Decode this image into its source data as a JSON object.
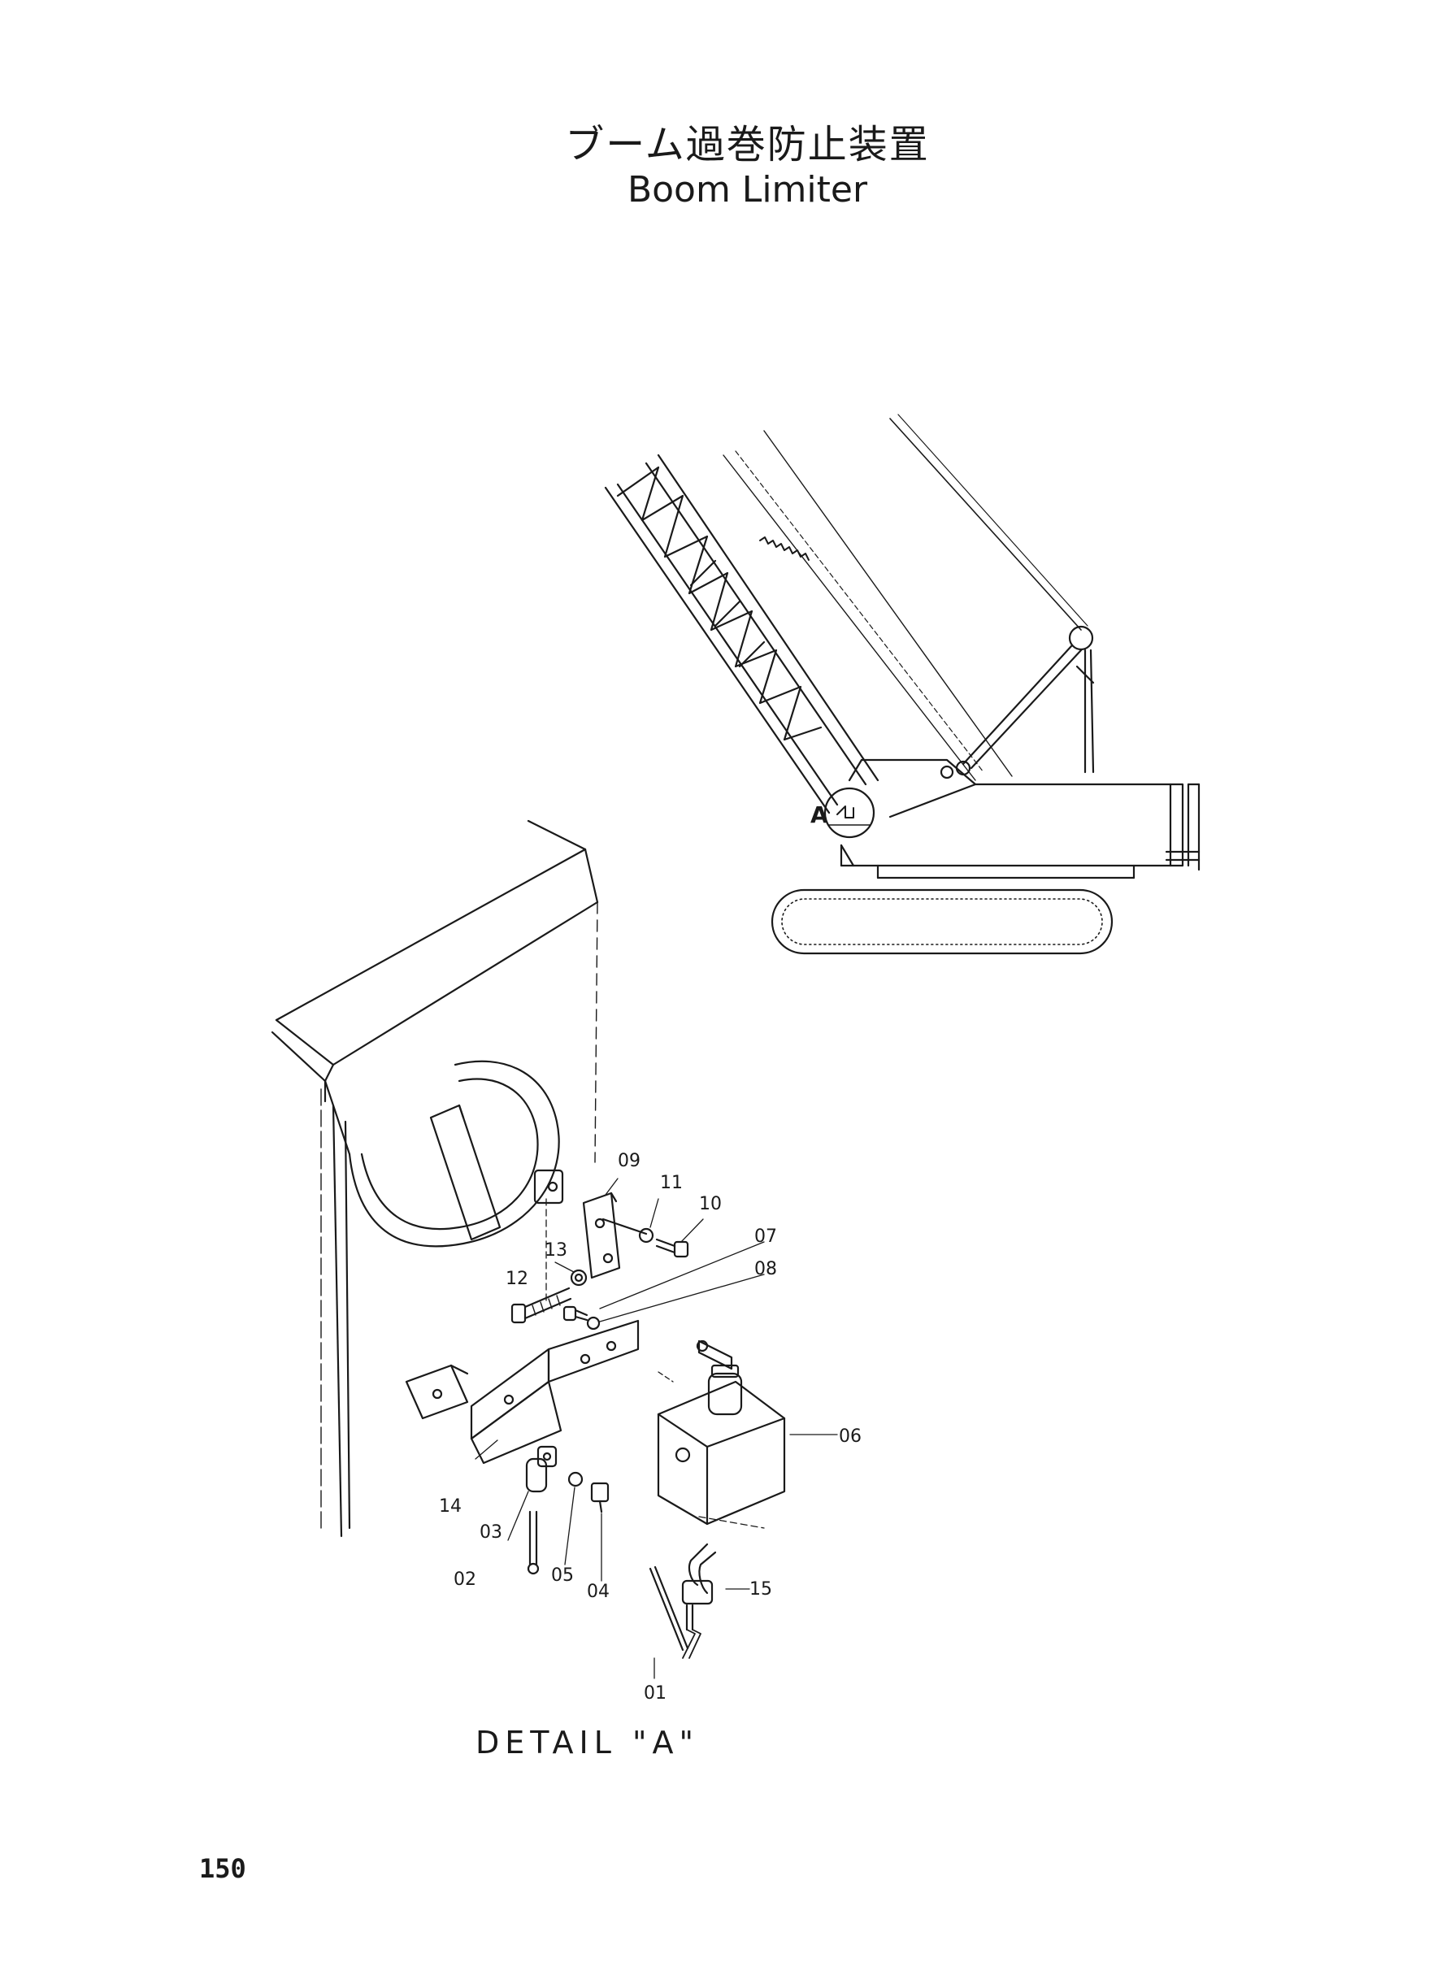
{
  "header": {
    "title_jp": "ブーム過巻防止装置",
    "title_en": "Boom Limiter"
  },
  "crane_view": {
    "detail_marker": "A"
  },
  "detail": {
    "caption": "DETAIL \"A\"",
    "part_labels": [
      "01",
      "02",
      "03",
      "04",
      "05",
      "06",
      "07",
      "08",
      "09",
      "10",
      "11",
      "12",
      "13",
      "14",
      "15"
    ]
  },
  "footer": {
    "page_number": "150"
  }
}
